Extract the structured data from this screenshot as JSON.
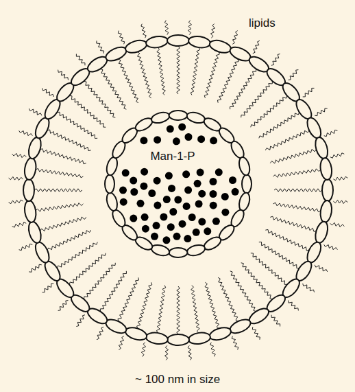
{
  "diagram": {
    "caption": "~ 100 nm in size",
    "nodes": [
      {
        "text": [
          "Man-1-P"
        ]
      }
    ],
    "labels": [
      "lipids"
    ]
  }
}
